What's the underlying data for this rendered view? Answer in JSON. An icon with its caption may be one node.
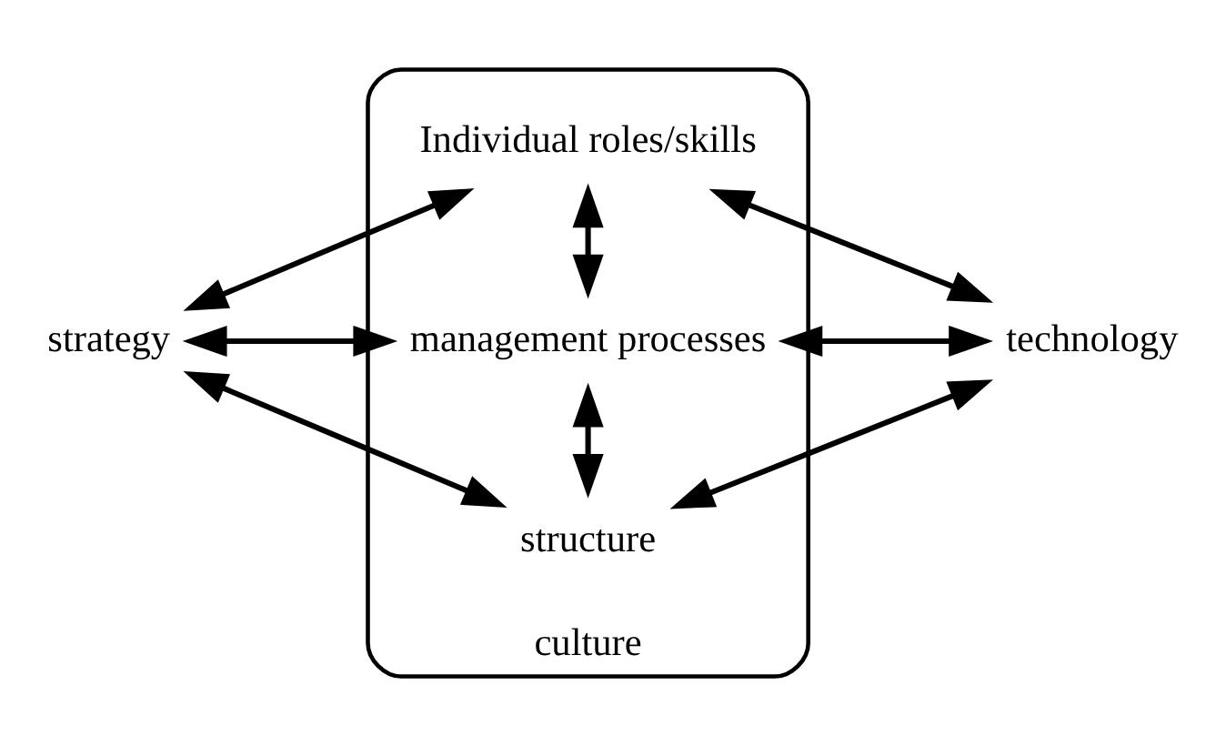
{
  "diagram": {
    "nodes": [
      {
        "text": [
          "culture"
        ]
      },
      {
        "text": [
          "structure"
        ],
        "in": 0
      },
      {
        "text": [
          "management processes"
        ],
        "in": 0
      },
      {
        "text": [
          "Individual roles/skills"
        ],
        "in": 0
      },
      {
        "text": [
          "strategy"
        ]
      },
      {
        "text": [
          "technology"
        ]
      }
    ],
    "edges": [
      {
        "from": 4,
        "to": 1,
        "arrow": "both"
      },
      {
        "from": 4,
        "to": 2,
        "arrow": "both"
      },
      {
        "from": 4,
        "to": 3,
        "arrow": "both"
      },
      {
        "from": 1,
        "to": 2,
        "arrow": "both"
      },
      {
        "from": 2,
        "to": 3,
        "arrow": "both"
      },
      {
        "from": 1,
        "to": 5,
        "arrow": "both"
      },
      {
        "from": 2,
        "to": 5,
        "arrow": "both"
      },
      {
        "from": 3,
        "to": 5,
        "arrow": "both"
      }
    ]
  }
}
